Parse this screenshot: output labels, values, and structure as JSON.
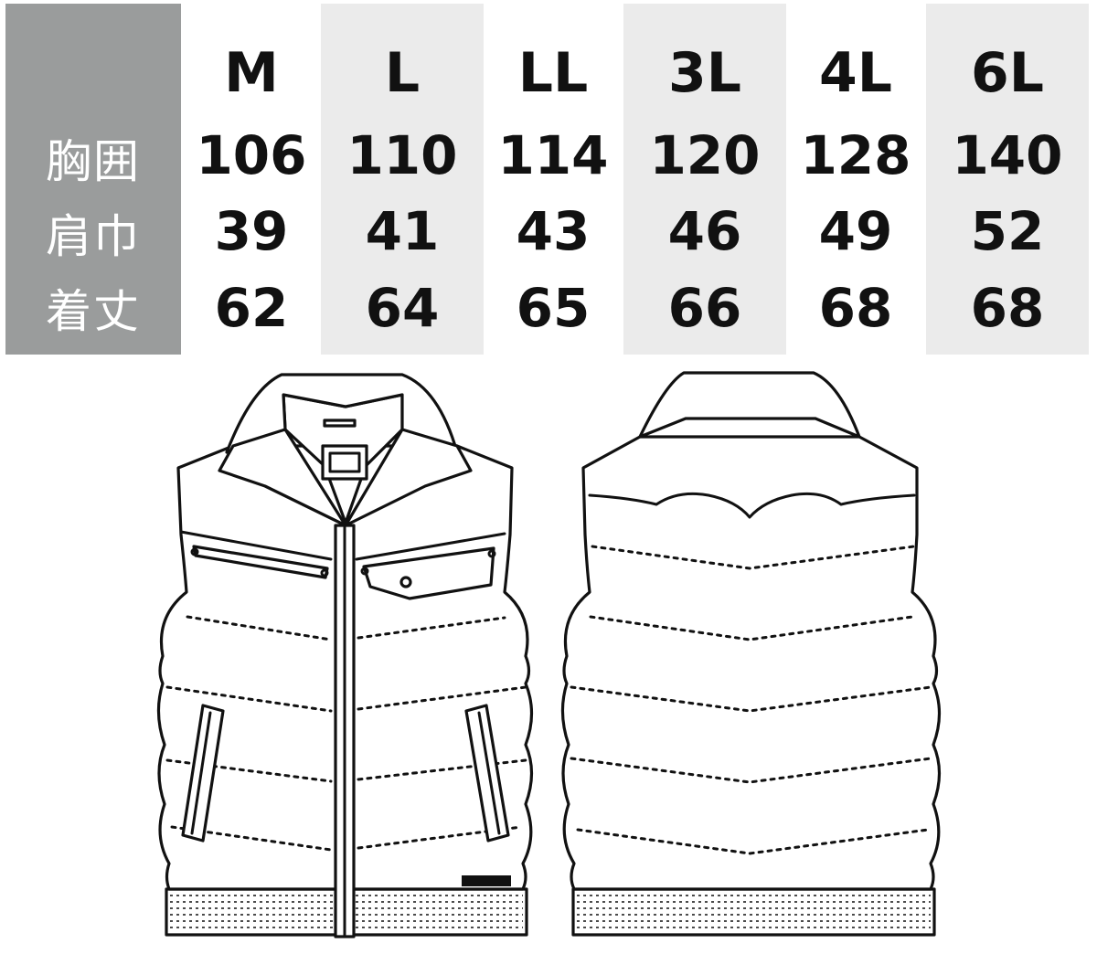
{
  "table": {
    "sizes": [
      "M",
      "L",
      "LL",
      "3L",
      "4L",
      "6L"
    ],
    "rows": [
      {
        "label": "胸囲",
        "values": [
          "106",
          "110",
          "114",
          "120",
          "128",
          "140"
        ]
      },
      {
        "label": "肩巾",
        "values": [
          "39",
          "41",
          "43",
          "46",
          "49",
          "52"
        ]
      },
      {
        "label": "着丈",
        "values": [
          "62",
          "64",
          "65",
          "66",
          "68",
          "68"
        ]
      }
    ]
  },
  "colors": {
    "label_bg": "#9a9c9c",
    "stripe_bg": "#ebebeb",
    "text": "#111111"
  },
  "illustration": {
    "views": [
      "vest-front",
      "vest-back"
    ]
  }
}
